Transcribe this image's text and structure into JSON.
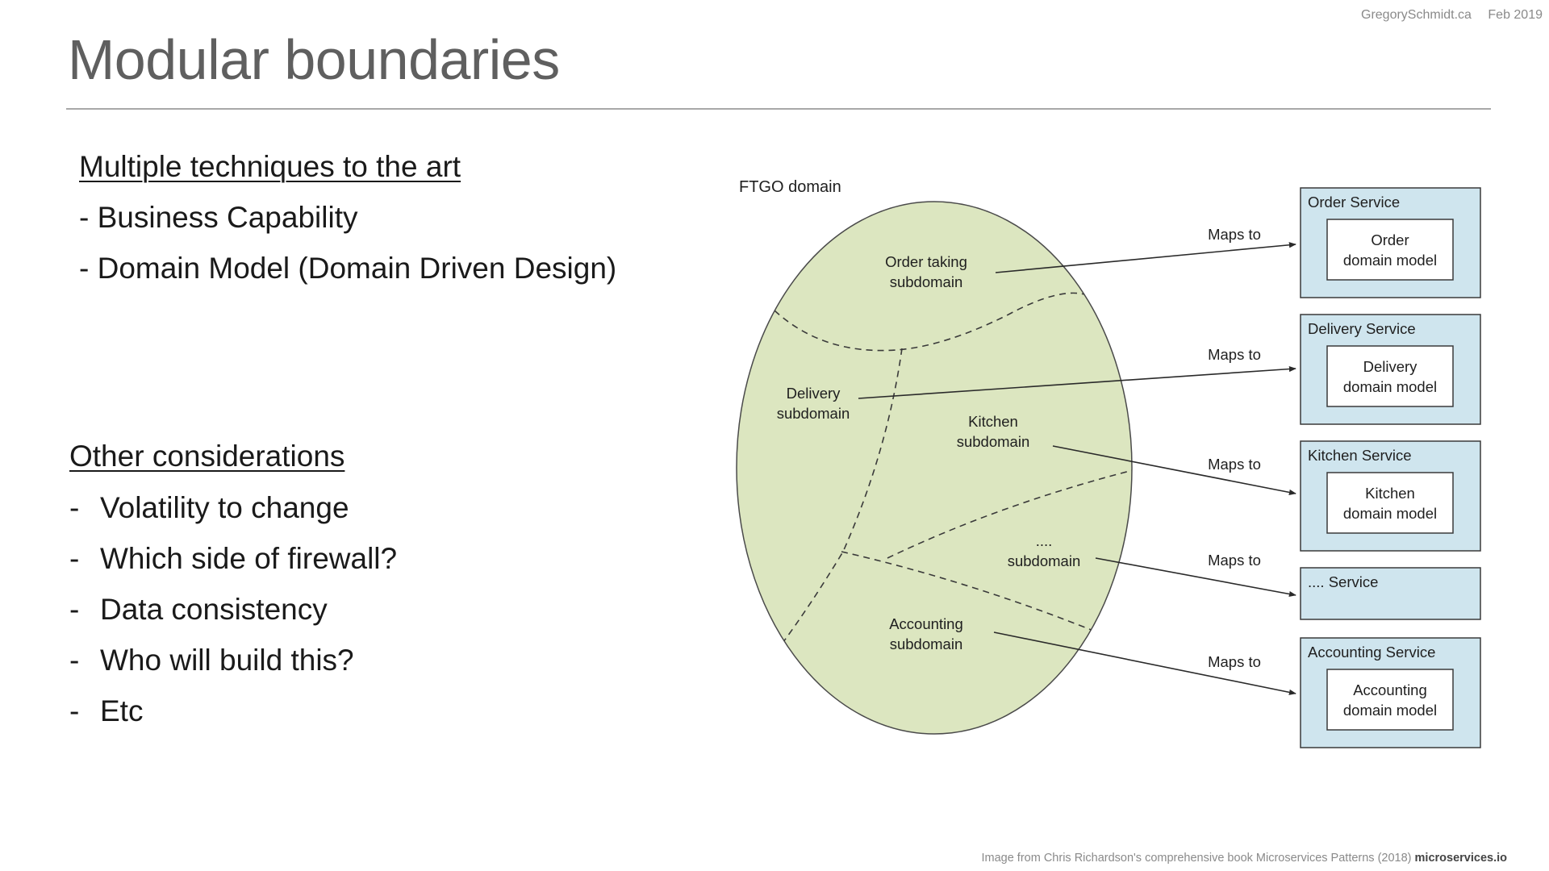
{
  "header": {
    "site": "GregorySchmidt.ca",
    "date": "Feb 2019"
  },
  "title": "Modular boundaries",
  "left": {
    "section1_heading": "Multiple techniques to the art",
    "section1_items": [
      "- Business Capability",
      "- Domain Model (Domain Driven Design)"
    ],
    "section2_heading": "Other considerations",
    "bullet_marker": "-",
    "section2_items": [
      "Volatility to change",
      "Which side of firewall?",
      "Data consistency",
      "Who will build this?",
      "Etc"
    ]
  },
  "diagram": {
    "domain_label": "FTGO domain",
    "ellipse_fill": "#dce6c0",
    "service_fill": "#cfe5ee",
    "subdomains": {
      "order": [
        "Order taking",
        "subdomain"
      ],
      "delivery": [
        "Delivery",
        "subdomain"
      ],
      "kitchen": [
        "Kitchen",
        "subdomain"
      ],
      "other": [
        "....",
        "subdomain"
      ],
      "accounting": [
        "Accounting",
        "subdomain"
      ]
    },
    "maps_to": "Maps to",
    "services": {
      "order": {
        "title": "Order Service",
        "model": [
          "Order",
          "domain model"
        ]
      },
      "delivery": {
        "title": "Delivery Service",
        "model": [
          "Delivery",
          "domain model"
        ]
      },
      "kitchen": {
        "title": "Kitchen Service",
        "model": [
          "Kitchen",
          "domain model"
        ]
      },
      "other": {
        "title": ".... Service"
      },
      "accounting": {
        "title": "Accounting Service",
        "model": [
          "Accounting",
          "domain model"
        ]
      }
    }
  },
  "footer": {
    "credit": "Image from Chris Richardson's comprehensive book Microservices Patterns (2018)",
    "site": "microservices.io"
  }
}
